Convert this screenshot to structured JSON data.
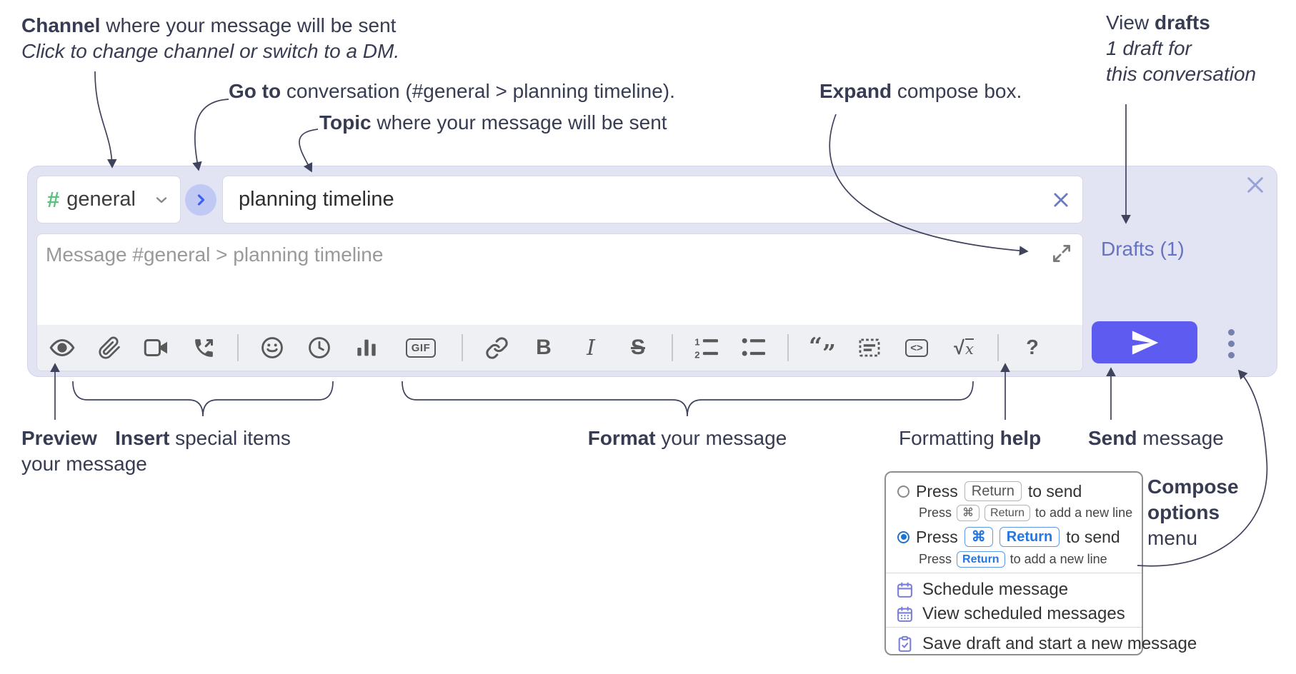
{
  "colors": {
    "compose_bg": "#e2e4f3",
    "send_button": "#5e5cf0",
    "hash_green": "#5bc17e",
    "drafts_link": "#6673c4",
    "go_button_bg": "#bfc9f4",
    "go_chevron": "#3d60ee",
    "radio_selected": "#1d73d2",
    "menu_icon_purple": "#7a7fd8",
    "annotation_text": "#383c52"
  },
  "annotations": {
    "channel": {
      "bold": "Channel",
      "rest": " where your message will be sent",
      "line2": "Click to change channel or switch to a DM."
    },
    "goto": {
      "bold": "Go to",
      "rest": " conversation (#general > planning timeline)."
    },
    "topic": {
      "bold": "Topic",
      "rest": " where your message will be sent"
    },
    "expand": {
      "bold": "Expand",
      "rest": " compose box."
    },
    "view_drafts": {
      "pre": "View ",
      "bold": "drafts",
      "line2": "1 draft for",
      "line3": "this conversation"
    },
    "preview": {
      "bold": "Preview",
      "line2": "your message"
    },
    "insert": {
      "bold": "Insert",
      "rest": " special items"
    },
    "format": {
      "bold": "Format",
      "rest": " your message"
    },
    "formatting_help": {
      "pre": "Formatting ",
      "bold": "help"
    },
    "send": {
      "bold": "Send",
      "rest": " message"
    },
    "compose_options": {
      "line1": "Compose",
      "line2": "options",
      "line3": "menu"
    }
  },
  "compose": {
    "channel_hash": "#",
    "channel_name": "general",
    "topic_value": "planning timeline",
    "message_placeholder": "Message #general > planning timeline",
    "drafts_label": "Drafts (1)",
    "toolbar_icon_names": [
      "preview",
      "attach-file",
      "video-call",
      "voice-call",
      "emoji",
      "time",
      "poll",
      "gif",
      "link",
      "bold",
      "italic",
      "strikethrough",
      "numbered-list",
      "bulleted-list",
      "quote",
      "spoiler",
      "code",
      "math",
      "help"
    ],
    "toolbar": {
      "gif": "GIF",
      "bold": "B",
      "italic": "I",
      "strike": "S",
      "ol_1": "1",
      "ol_2": "2",
      "quote_open": "“",
      "quote_close": "”",
      "code": "<>",
      "sqrt": "√",
      "math_x": "x",
      "help": "?"
    }
  },
  "menu": {
    "opt1": {
      "pre": "Press",
      "key": "Return",
      "post": "to send",
      "sub_pre": "Press",
      "sub_key1": "⌘",
      "sub_key2": "Return",
      "sub_post": "to add a new line"
    },
    "opt2": {
      "pre": "Press",
      "key1": "⌘",
      "key2": "Return",
      "post": "to send",
      "sub_pre": "Press",
      "sub_key": "Return",
      "sub_post": "to add a new line"
    },
    "item_schedule": "Schedule message",
    "item_view_scheduled": "View scheduled messages",
    "item_save_draft": "Save draft and start a new message"
  }
}
